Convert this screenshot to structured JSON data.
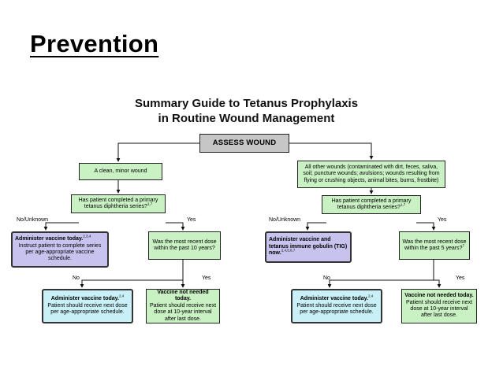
{
  "slide_title": "Prevention",
  "guide_title": {
    "line1": "Summary Guide to Tetanus Prophylaxis",
    "line2": "in Routine Wound Management"
  },
  "assess": "ASSESS WOUND",
  "left": {
    "wound": "A clean, minor wound",
    "question_line1": "Has patient completed a primary",
    "question_line2": "tetanus diphtheria series?",
    "question_sup": "1,7",
    "no_label": "No/Unknown",
    "yes_label": "Yes",
    "admin_head": "Administer vaccine today.",
    "admin_sup": "2,3,4",
    "admin_body": "Instruct patient to complete series per age-appropriate vaccine schedule.",
    "recent_q": "Was the most recent dose within the past 10 years?",
    "no2_label": "No",
    "yes2_label": "Yes",
    "today_head": "Administer vaccine today.",
    "today_sup": "2,4",
    "today_body": "Patient should receive next dose per age-appropriate schedule.",
    "notneeded_head": "Vaccine not needed today.",
    "notneeded_body": "Patient should receive next dose at 10-year interval after last dose."
  },
  "right": {
    "wound": "All other wounds (contaminated with dirt, feces, saliva, soil; puncture wounds; avulsions; wounds resulting from flying or crushing objects, animal bites, burns, frostbite)",
    "question_line1": "Has patient completed a primary",
    "question_line2": "tetanus diphtheria series?",
    "question_sup": "1,7",
    "no_label": "No/Unknown",
    "yes_label": "Yes",
    "admin_head": "Administer vaccine and tetanus immune gobulin (TIG) now.",
    "admin_sup": "2,4,5,6,7",
    "recent_q": "Was the most recent dose within the past 5 years?",
    "recent_sup": "7",
    "no2_label": "No",
    "yes2_label": "Yes",
    "today_head": "Administer vaccine today.",
    "today_sup": "2,4",
    "today_body": "Patient should receive next dose per age-appropriate schedule.",
    "notneeded_head": "Vaccine not needed today.",
    "notneeded_body": "Patient should receive next dose at 10-year interval after last dose."
  }
}
